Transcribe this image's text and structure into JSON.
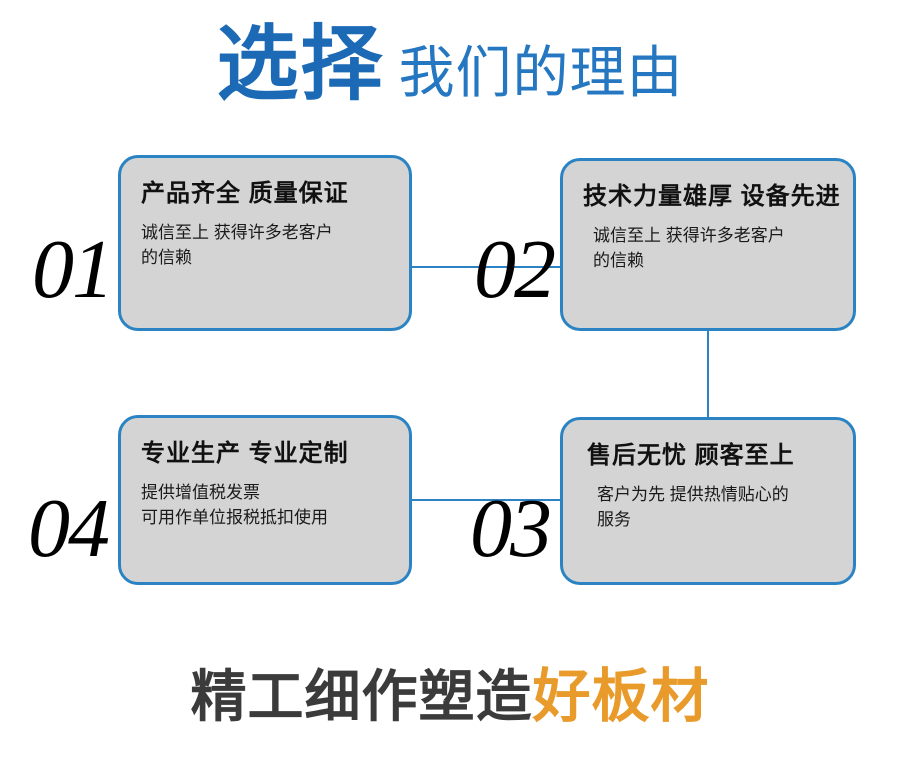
{
  "heading": {
    "strong": "选择",
    "light": "我们的理由",
    "strong_color": "#1c6ab5",
    "light_color": "#2477c0"
  },
  "cards": [
    {
      "number": "01",
      "title": "产品齐全 质量保证",
      "body": "诚信至上 获得许多老客户\n的信赖"
    },
    {
      "number": "02",
      "title": "技术力量雄厚 设备先进",
      "body": "诚信至上 获得许多老客户\n的信赖"
    },
    {
      "number": "03",
      "title": "售后无忧 顾客至上",
      "body": "客户为先 提供热情贴心的\n服务"
    },
    {
      "number": "04",
      "title": "专业生产 专业定制",
      "body": "提供增值税发票\n可用作单位报税抵扣使用"
    }
  ],
  "footer": {
    "dark": "精工细作塑造",
    "accent": "好板材",
    "dark_color": "#3b3b3b",
    "accent_color": "#e89b2a"
  },
  "theme": {
    "card_fill": "#d4d4d4",
    "card_border": "#2b83c3",
    "connector": "#2b83c3",
    "background": "#ffffff"
  }
}
